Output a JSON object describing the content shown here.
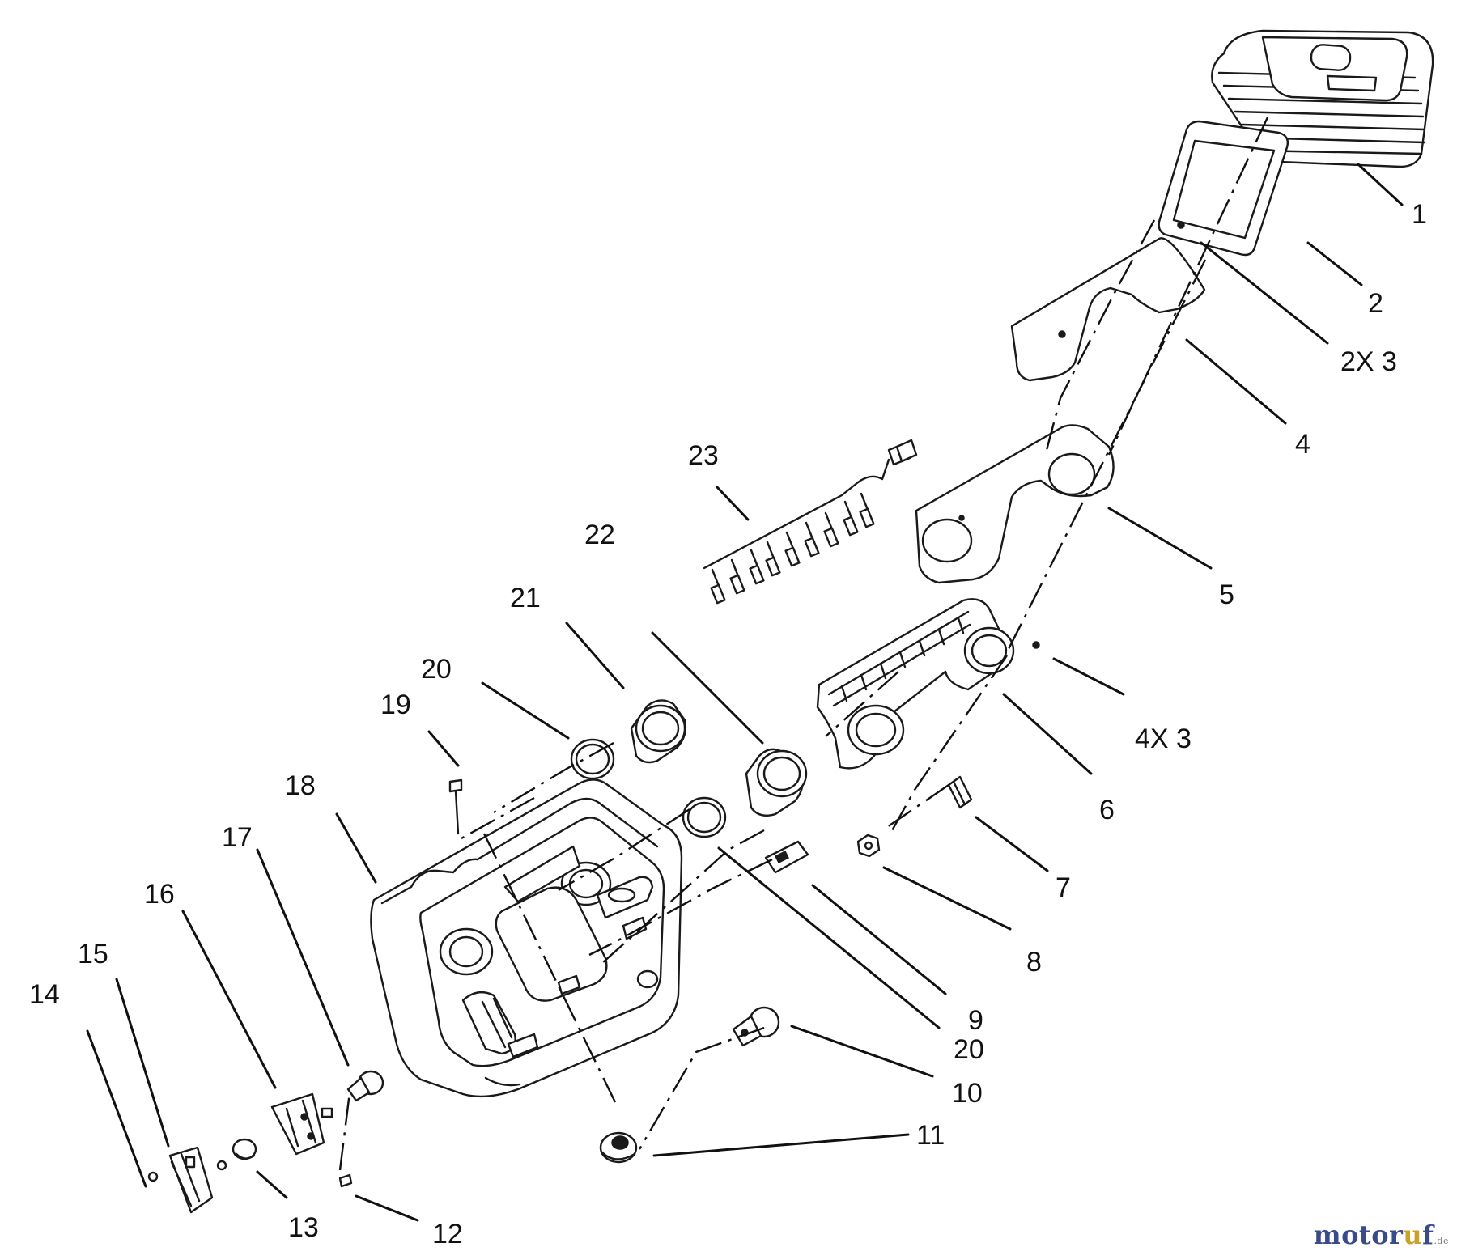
{
  "diagram": {
    "callouts": [
      "1",
      "2",
      "2X 3",
      "4",
      "5",
      "4X 3",
      "6",
      "7",
      "8",
      "9",
      "20",
      "10",
      "11",
      "12",
      "13",
      "14",
      "15",
      "16",
      "17",
      "18",
      "19",
      "20",
      "21",
      "22",
      "23"
    ]
  },
  "watermark": {
    "part_a": "motor",
    "part_b": "u",
    "part_c": "f",
    "suffix": ".de"
  },
  "colors": {
    "line": "#1a1a1a",
    "watermark_blue": "#3a4b8c",
    "watermark_gold": "#c9a227"
  }
}
